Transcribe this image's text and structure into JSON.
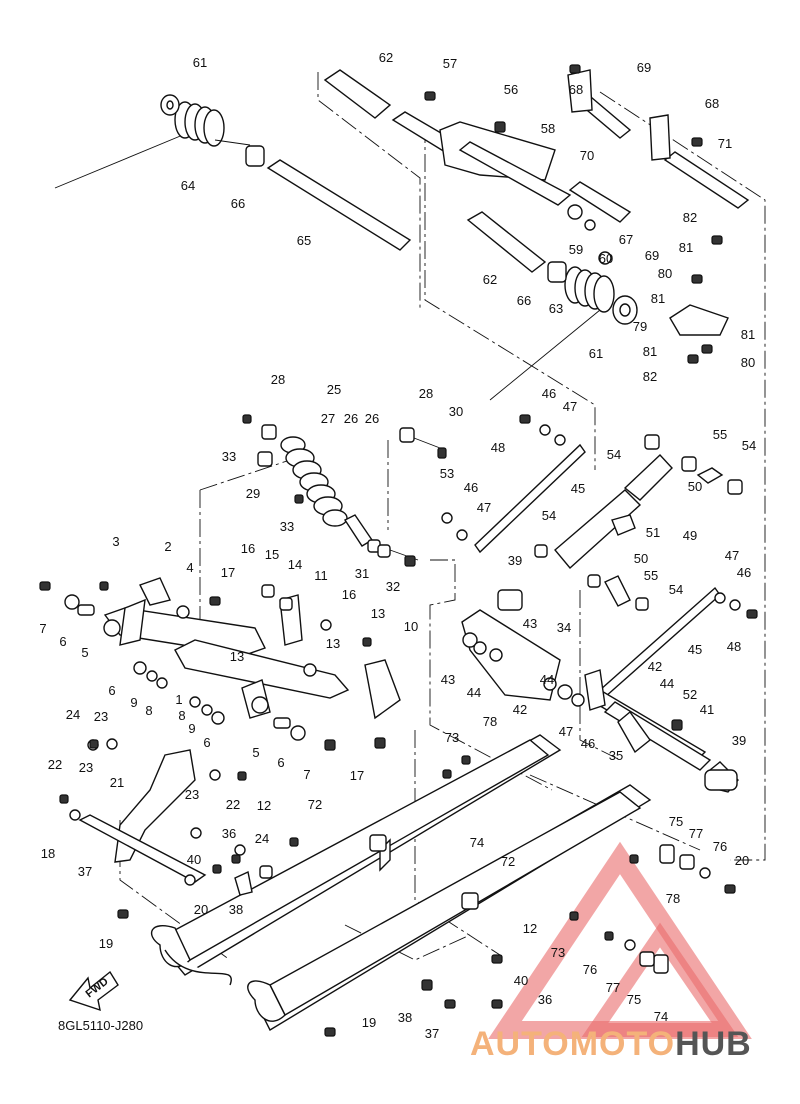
{
  "diagram": {
    "code": "8GL5110-J280",
    "fwd_label": "FWD",
    "callouts": [
      "61",
      "62",
      "57",
      "56",
      "68",
      "69",
      "64",
      "66",
      "65",
      "58",
      "70",
      "68",
      "71",
      "67",
      "69",
      "59",
      "60",
      "82",
      "81",
      "80",
      "62",
      "66",
      "63",
      "81",
      "79",
      "81",
      "61",
      "81",
      "80",
      "82",
      "28",
      "25",
      "27",
      "26",
      "26",
      "28",
      "30",
      "46",
      "47",
      "33",
      "48",
      "29",
      "33",
      "54",
      "55",
      "54",
      "53",
      "46",
      "45",
      "47",
      "50",
      "54",
      "51",
      "49",
      "50",
      "31",
      "32",
      "39",
      "3",
      "2",
      "4",
      "16",
      "15",
      "14",
      "11",
      "17",
      "16",
      "7",
      "6",
      "5",
      "13",
      "13",
      "13",
      "10",
      "34",
      "43",
      "55",
      "54",
      "47",
      "46",
      "48",
      "45",
      "42",
      "44",
      "43",
      "44",
      "44",
      "42",
      "47",
      "46",
      "52",
      "41",
      "6",
      "9",
      "8",
      "1",
      "8",
      "9",
      "6",
      "24",
      "23",
      "5",
      "6",
      "7",
      "17",
      "78",
      "73",
      "39",
      "35",
      "22",
      "23",
      "21",
      "23",
      "22",
      "12",
      "72",
      "74",
      "75",
      "77",
      "76",
      "20",
      "18",
      "37",
      "36",
      "24",
      "40",
      "72",
      "20",
      "78",
      "38",
      "19",
      "73",
      "12",
      "76",
      "77",
      "75",
      "74",
      "40",
      "36",
      "38",
      "37",
      "19"
    ]
  },
  "watermark": {
    "part1": "AUTOMOTO",
    "part2": "HUB",
    "color1": "#f4b27a",
    "color2": "#555555",
    "triangle_color": "#e23b3b"
  }
}
